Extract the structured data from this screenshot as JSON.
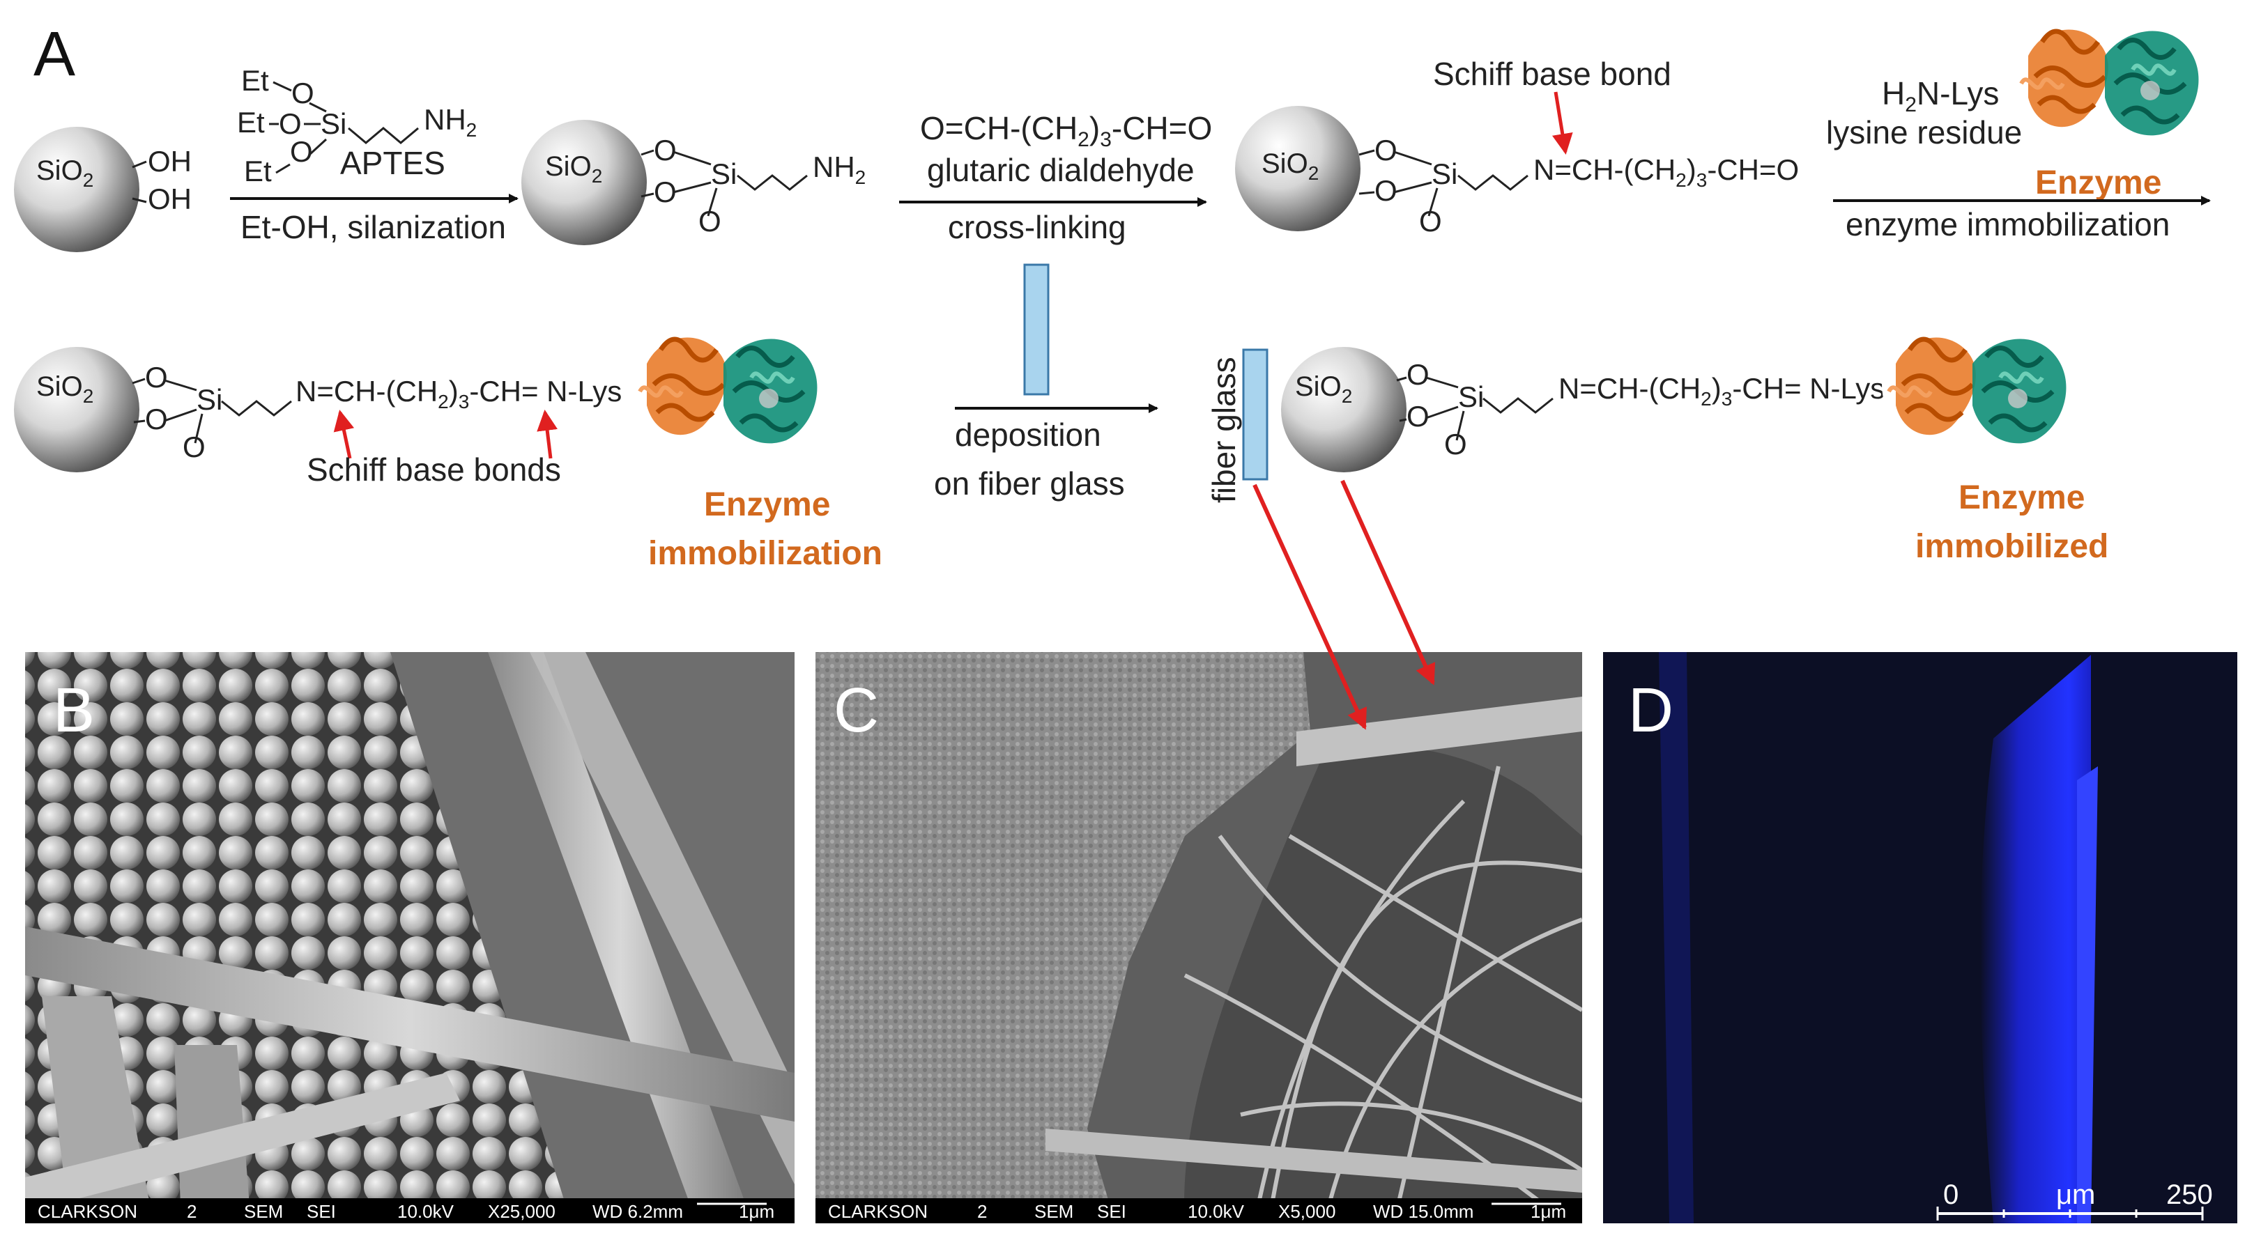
{
  "panels": {
    "a_letter": "A",
    "b_letter": "B",
    "c_letter": "C",
    "d_letter": "D"
  },
  "scheme": {
    "sio2": "SiO",
    "sio2_sub": "2",
    "oh": "OH",
    "et": "Et",
    "o": "O",
    "si": "Si",
    "nh": "NH",
    "nh_sub": "2",
    "aptes": "APTES",
    "step1_below": "Et-OH, silanization",
    "glut_formula_a": "O=CH-(CH",
    "glut_formula_sub": "2",
    "glut_formula_b": ")",
    "glut_formula_sub2": "3",
    "glut_formula_c": "-CH=O",
    "glut_name": "glutaric dialdehyde",
    "step2_below": "cross-linking",
    "schiff_base_bond": "Schiff base bond",
    "chain_aldehyde_a": "N=CH-(CH",
    "chain_aldehyde_b": "-CH=O",
    "h2n_lys_a": "H",
    "h2n_lys_sub": "2",
    "h2n_lys_b": "N-Lys",
    "lysine_residue": "lysine residue",
    "enzyme": "Enzyme",
    "step3_below": "enzyme immobilization",
    "chain_lys_a": "N=CH-(CH",
    "chain_lys_b": "-CH= N-Lys",
    "schiff_base_bonds": "Schiff base bonds",
    "enzyme_immobilization_1": "Enzyme",
    "enzyme_immobilization_2": "immobilization",
    "deposition_1": "deposition",
    "deposition_2": "on fiber glass",
    "fiber_glass": "fiber glass",
    "enzyme_immobilized_1": "Enzyme",
    "enzyme_immobilized_2": "immobilized"
  },
  "sem_b": {
    "lab": "CLARKSON",
    "num": "2",
    "sem": "SEM",
    "sei": "SEI",
    "kv": "10.0kV",
    "mag": "X25,000",
    "wd": "WD 6.2mm",
    "scale": "1μm"
  },
  "sem_c": {
    "lab": "CLARKSON",
    "num": "2",
    "sem": "SEM",
    "sei": "SEI",
    "kv": "10.0kV",
    "mag": "X5,000",
    "wd": "WD 15.0mm",
    "scale": "1μm"
  },
  "confocal_d": {
    "scale_start": "0",
    "scale_unit": "μm",
    "scale_end": "250"
  },
  "colors": {
    "enzyme_orange": "#d2691e",
    "enzyme_teal": "#0f8f78",
    "arrow_red": "#e02020",
    "fiber_rect": "#a9d4ee",
    "confocal_blue": "#1f2cff",
    "confocal_bg": "#0c0f25"
  }
}
